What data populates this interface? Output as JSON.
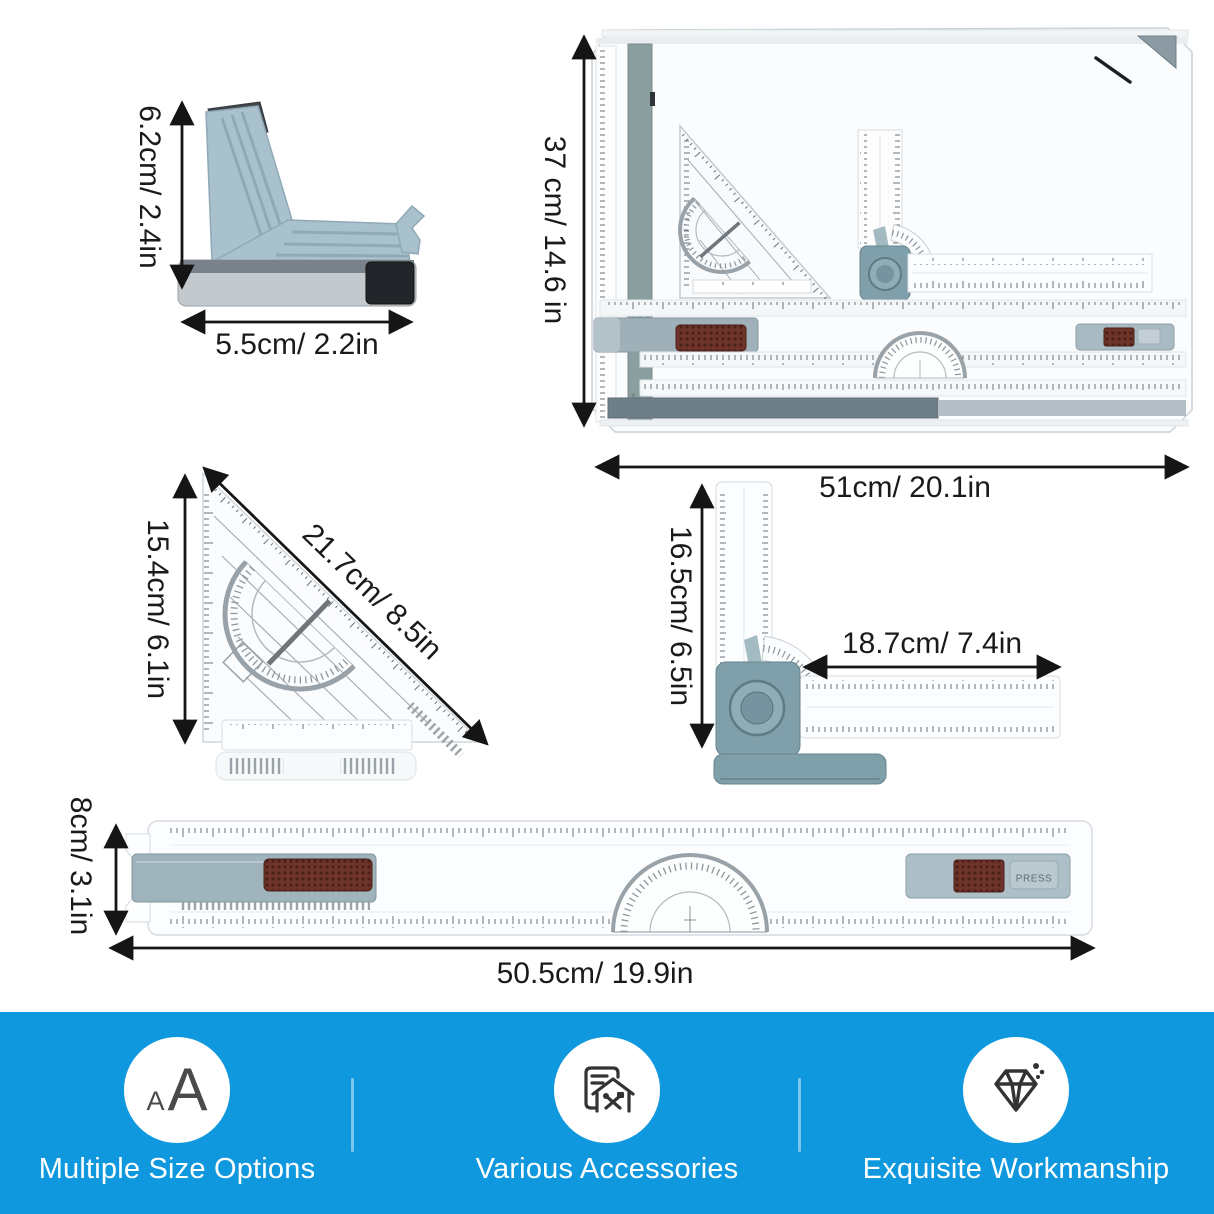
{
  "products": {
    "corner_bracket": {
      "height_label": "6.2cm/ 2.4in",
      "width_label": "5.5cm/ 2.2in"
    },
    "drawing_board": {
      "height_label": "37 cm/ 14.6 in",
      "width_label": "51cm/ 20.1in"
    },
    "set_square": {
      "height_label": "15.4cm/ 6.1in",
      "hypotenuse_label": "21.7cm/ 8.5in"
    },
    "angle_ruler": {
      "height_label": "16.5cm/ 6.5in",
      "width_label": "18.7cm/ 7.4in"
    },
    "long_ruler": {
      "height_label": "8cm/ 3.1in",
      "width_label": "50.5cm/ 19.9in",
      "press_button_label": "PRESS"
    }
  },
  "banner": {
    "background_color": "#1098DE",
    "features": [
      {
        "icon": "font-size-icon",
        "icon_small_letter": "A",
        "icon_large_letter": "A",
        "label": "Multiple Size Options"
      },
      {
        "icon": "accessories-icon",
        "label": "Various Accessories"
      },
      {
        "icon": "diamond-icon",
        "label": "Exquisite Workmanship"
      }
    ]
  },
  "colors": {
    "banner_blue": "#1098DE",
    "steel_blue_gray": "#7F9FAA",
    "bracket_blue_gray": "#A9C1CC",
    "slider_brown": "#6E342A",
    "dimension_text": "#1A1A1A"
  }
}
